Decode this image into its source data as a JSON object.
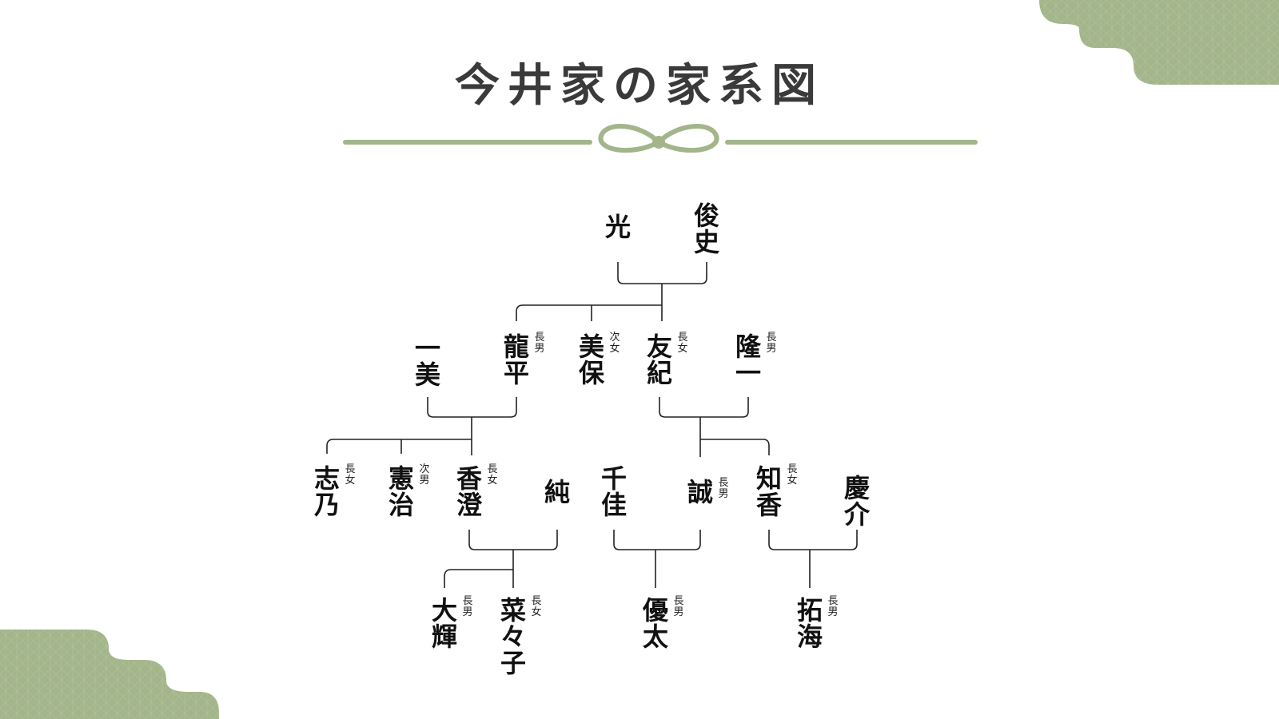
{
  "title": "今井家の家系図",
  "colors": {
    "accent": "#a3b58a",
    "line": "#222222",
    "text": "#111111"
  },
  "people": [
    {
      "id": "hikaru",
      "name": "光",
      "rank": ""
    },
    {
      "id": "toshifumi",
      "name": "俊史",
      "rank": ""
    },
    {
      "id": "ryuhei",
      "name": "龍平",
      "rank": "長男"
    },
    {
      "id": "miho",
      "name": "美保",
      "rank": "次女"
    },
    {
      "id": "yuki",
      "name": "友紀",
      "rank": "長女"
    },
    {
      "id": "ryuichi",
      "name": "隆一",
      "rank": "長男"
    },
    {
      "id": "kazumi",
      "name": "一美",
      "rank": ""
    },
    {
      "id": "shino",
      "name": "志乃",
      "rank": "長女"
    },
    {
      "id": "kenji",
      "name": "憲治",
      "rank": "次男"
    },
    {
      "id": "kasumi",
      "name": "香澄",
      "rank": "長女"
    },
    {
      "id": "jun",
      "name": "純",
      "rank": ""
    },
    {
      "id": "chika",
      "name": "千佳",
      "rank": ""
    },
    {
      "id": "makoto",
      "name": "誠",
      "rank": "長男"
    },
    {
      "id": "tomoka",
      "name": "知香",
      "rank": "長女"
    },
    {
      "id": "keisuke",
      "name": "慶介",
      "rank": ""
    },
    {
      "id": "daiki",
      "name": "大輝",
      "rank": "長男"
    },
    {
      "id": "nanako",
      "name": "菜々子",
      "rank": "長女"
    },
    {
      "id": "yuta",
      "name": "優太",
      "rank": "長男"
    },
    {
      "id": "takumi",
      "name": "拓海",
      "rank": "長男"
    }
  ]
}
